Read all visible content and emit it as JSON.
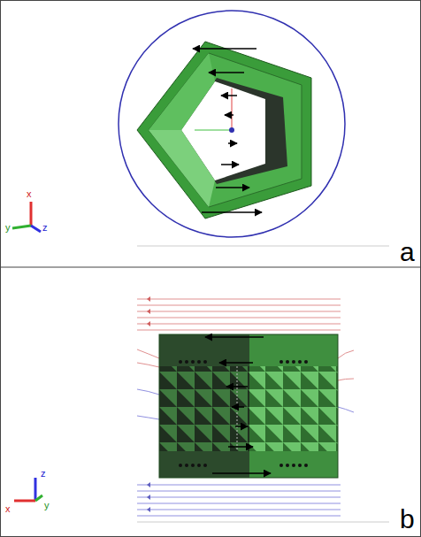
{
  "diagram": {
    "labels": [
      "x",
      "y",
      "z",
      "a",
      "z",
      "x",
      "y",
      "b"
    ]
  }
}
